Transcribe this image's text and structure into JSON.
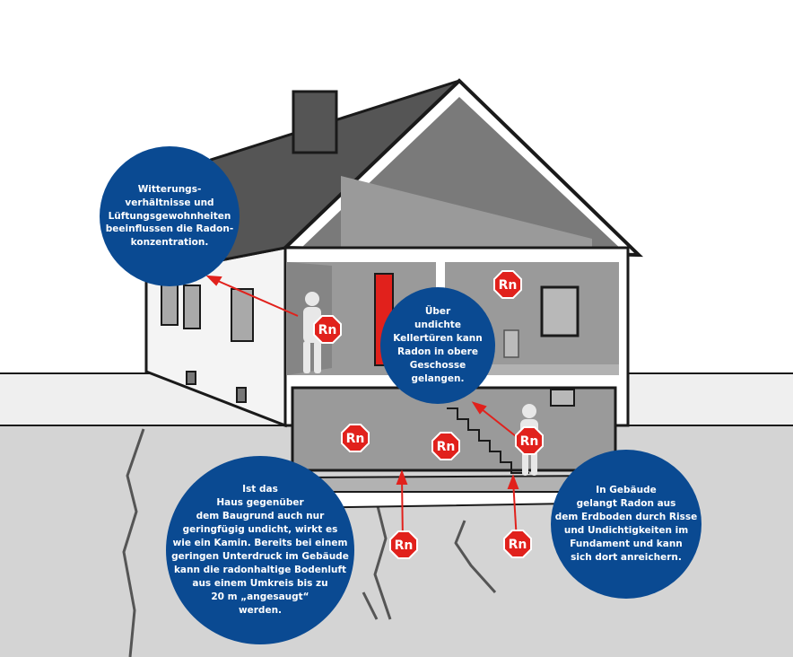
{
  "colors": {
    "bubble": "#0a4a92",
    "radon": "#e1211c",
    "roof": "#555555",
    "interior": "#9a9a9a",
    "ground": "#d4d4d4",
    "outline": "#1a1a1a"
  },
  "radon_badge": {
    "label": "Rn",
    "icon": "radon-octagon-icon"
  },
  "bubbles": {
    "weather": "Witterungs-\nverhältnisse und\nLüftungsgewohnheiten\nbeeinflussen die Radon-\nkonzentration.",
    "doors": "Über\nundichte\nKellertüren kann\nRadon in obere\nGeschosse\ngelangen.",
    "chimney": "Ist das\nHaus gegenüber\ndem Baugrund auch nur\ngeringfügig undicht, wirkt es\nwie ein Kamin. Bereits bei einem\ngeringen Unterdruck im Gebäude\nkann die radonhaltige Bodenluft\naus einem Umkreis bis zu\n20 m „angesaugt“\nwerden.",
    "soil": "In Gebäude\ngelangt Radon aus\ndem Erdboden durch Risse\nund Undichtigkeiten im\nFundament und kann\nsich dort anreichern."
  }
}
